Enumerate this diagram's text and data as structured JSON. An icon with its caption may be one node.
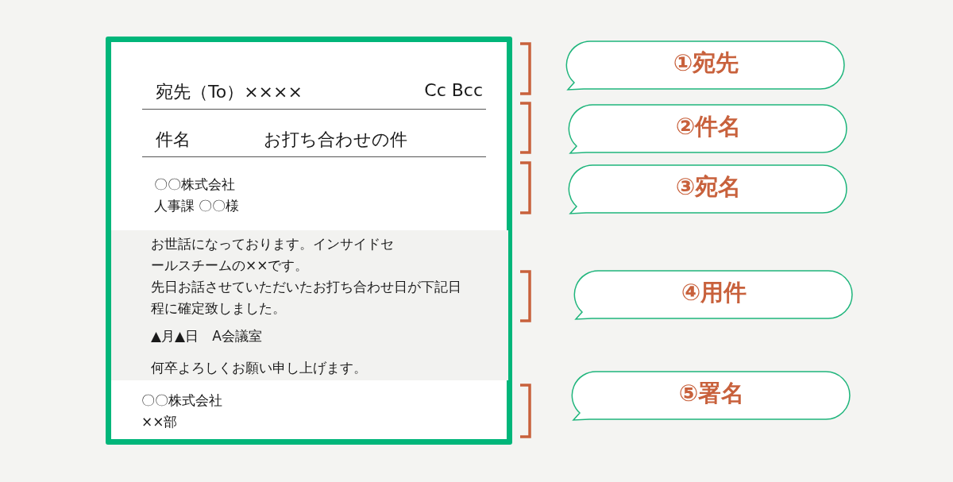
{
  "diagram": {
    "nodes": [
      {
        "text": [],
        "shape": "box"
      },
      {
        "text": [
          "宛先（To）××××",
          "Cc Bcc"
        ],
        "in": 0
      },
      {
        "text": [
          "件名",
          "お打ち合わせの件"
        ],
        "in": 0
      },
      {
        "text": [
          "〇〇株式会社",
          "人事課 〇〇様"
        ],
        "in": 0
      },
      {
        "text": [
          "お世話になっております。インサイドセールスチームの××です。",
          "先日お話させていただいたお打ち合わせ日が下記日程に確定致しました。",
          "▲月▲日　A会議室",
          "何卒よろしくお願い申し上げます。"
        ],
        "in": 0
      },
      {
        "text": [
          "〇〇株式会社",
          "××部"
        ],
        "in": 0
      },
      {
        "text": [
          "①宛先"
        ]
      },
      {
        "text": [
          "②件名"
        ]
      },
      {
        "text": [
          "③宛名"
        ]
      },
      {
        "text": [
          "④用件"
        ]
      },
      {
        "text": [
          "⑤署名"
        ]
      }
    ]
  }
}
